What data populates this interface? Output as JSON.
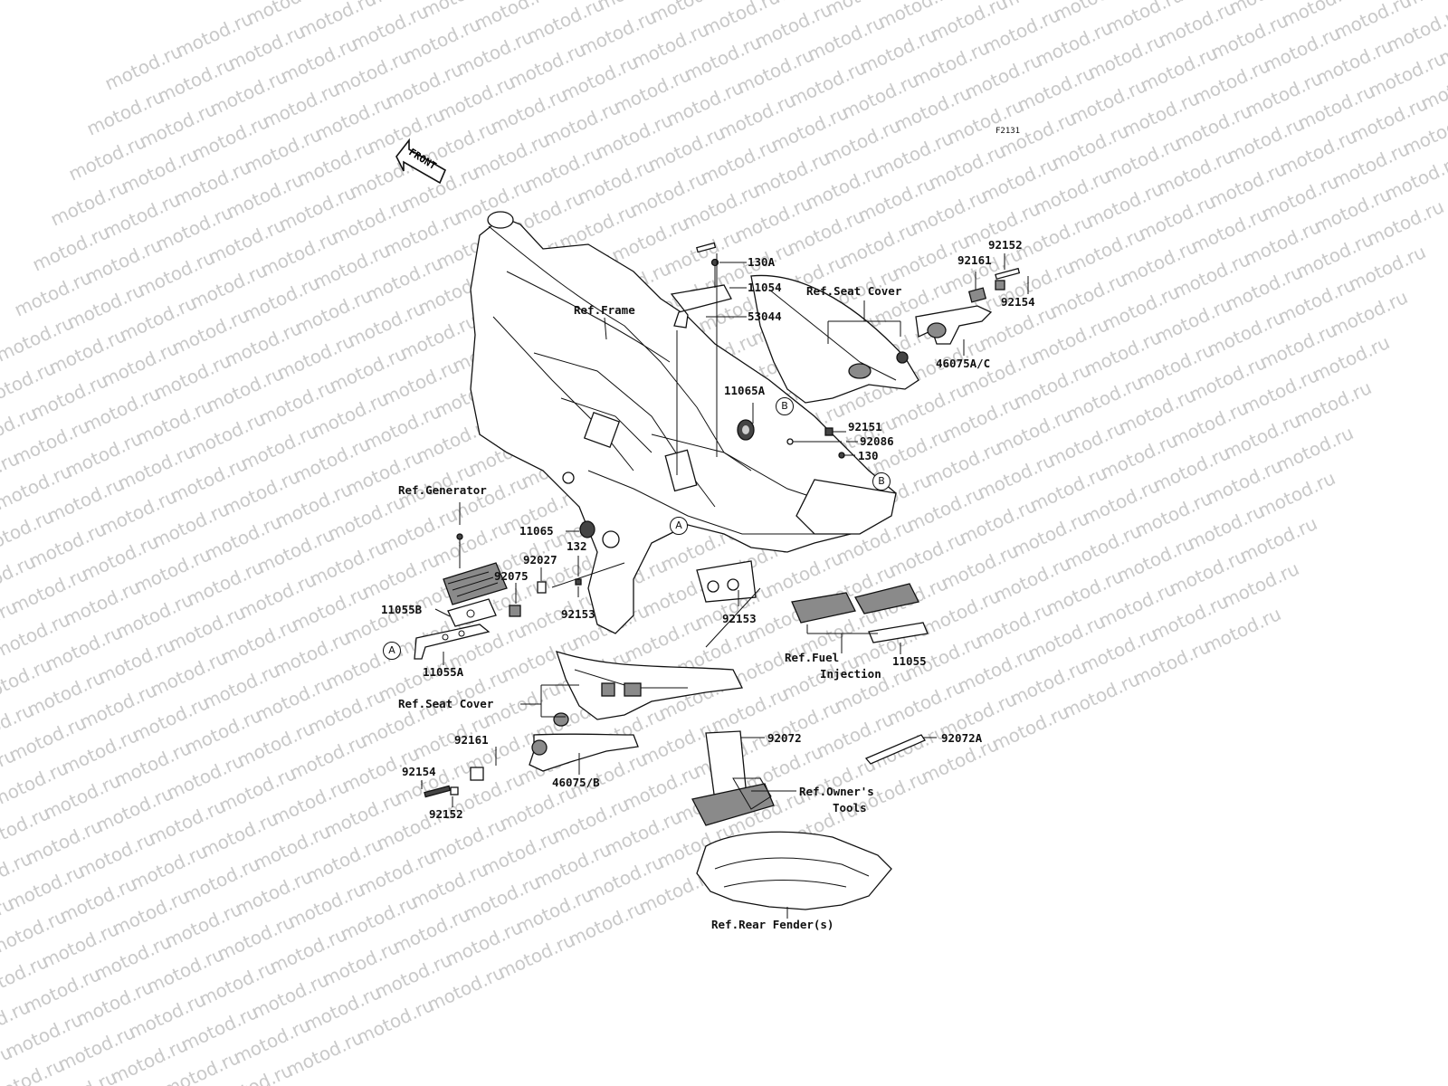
{
  "figure_code": "F2131",
  "front_label": "FRONT",
  "watermark_text": "motod.ru",
  "colors": {
    "line": "#111111",
    "part_fill": "#8a8a8a",
    "watermark": "#c9c9c9",
    "background": "#ffffff"
  },
  "labels": {
    "l_130A": "130A",
    "l_11054": "11054",
    "l_53044": "53044",
    "l_ref_frame": "Ref.Frame",
    "l_ref_seat_cover_top": "Ref.Seat Cover",
    "l_92161_top": "92161",
    "l_92152_top": "92152",
    "l_92154_top": "92154",
    "l_46075AC": "46075A/C",
    "l_11065A": "11065A",
    "l_92151": "92151",
    "l_92086": "92086",
    "l_130": "130",
    "l_ref_generator": "Ref.Generator",
    "l_11065": "11065",
    "l_92027": "92027",
    "l_132": "132",
    "l_92075": "92075",
    "l_11055B": "11055B",
    "l_92153_left": "92153",
    "l_92153_right": "92153",
    "l_11055A": "11055A",
    "l_ref_fuel_1": "Ref.Fuel",
    "l_ref_fuel_2": "Injection",
    "l_11055": "11055",
    "l_ref_seat_cover_bottom": "Ref.Seat Cover",
    "l_92161_bottom": "92161",
    "l_46075B": "46075/B",
    "l_92154_bottom": "92154",
    "l_92152_bottom": "92152",
    "l_92072": "92072",
    "l_92072A": "92072A",
    "l_ref_owners_1": "Ref.Owner's",
    "l_ref_owners_2": "Tools",
    "l_ref_rear_fender": "Ref.Rear Fender(s)"
  },
  "callouts": {
    "a_frame": "A",
    "a_bracket": "A",
    "b_seat": "B",
    "b_frame": "B"
  }
}
